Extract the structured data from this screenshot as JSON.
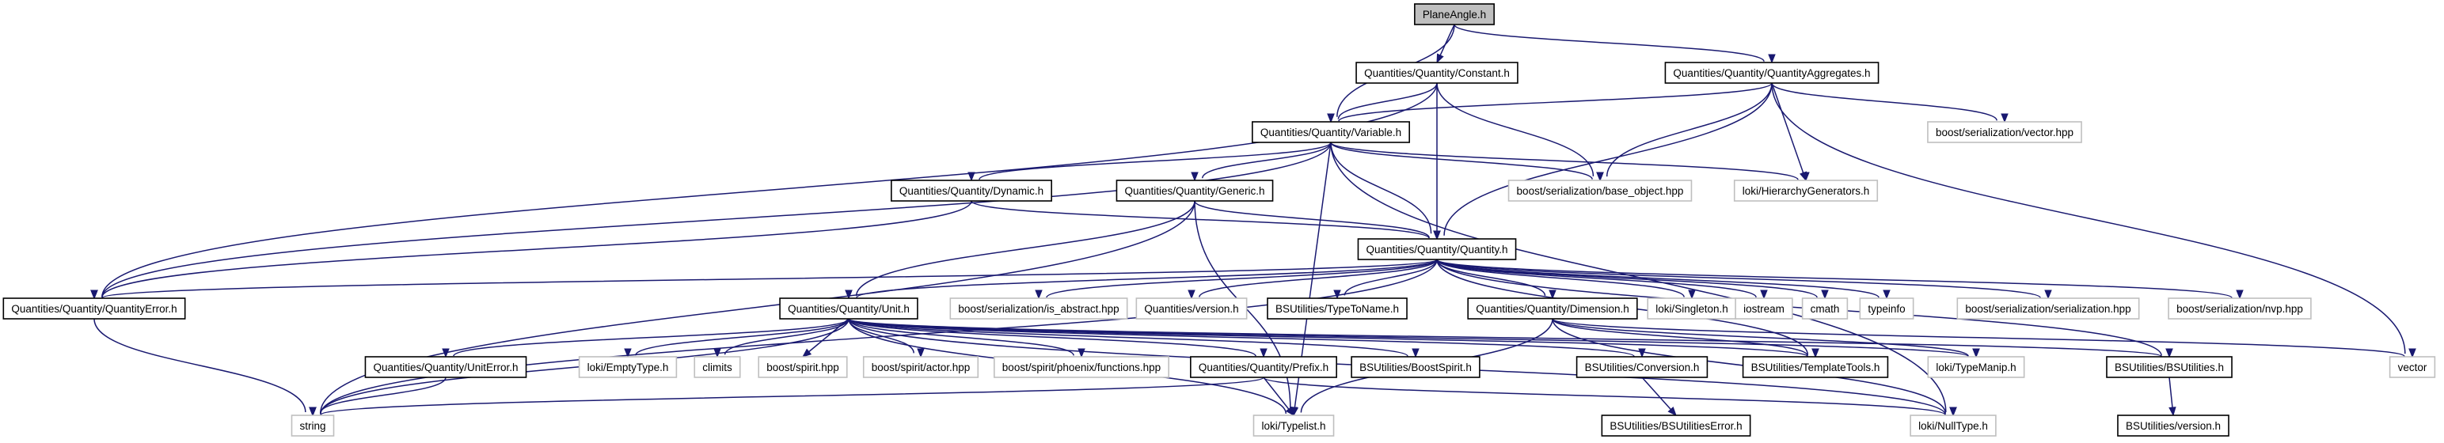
{
  "diagram": {
    "root": "planeangle",
    "colors": {
      "edge": "#191970",
      "node_border": "#000000",
      "external_border": "#bfbfbf",
      "root_fill": "#bfbfbf",
      "node_fill": "#ffffff"
    },
    "nodes": [
      {
        "id": "planeangle",
        "label": "PlaneAngle.h",
        "kind": "root"
      },
      {
        "id": "constant",
        "label": "Quantities/Quantity/Constant.h",
        "kind": "internal"
      },
      {
        "id": "aggregates",
        "label": "Quantities/Quantity/QuantityAggregates.h",
        "kind": "internal"
      },
      {
        "id": "variable",
        "label": "Quantities/Quantity/Variable.h",
        "kind": "internal"
      },
      {
        "id": "serial_vector",
        "label": "boost/serialization/vector.hpp",
        "kind": "external"
      },
      {
        "id": "base_object",
        "label": "boost/serialization/base_object.hpp",
        "kind": "external"
      },
      {
        "id": "hiergen",
        "label": "loki/HierarchyGenerators.h",
        "kind": "external"
      },
      {
        "id": "dynamic",
        "label": "Quantities/Quantity/Dynamic.h",
        "kind": "internal"
      },
      {
        "id": "generic",
        "label": "Quantities/Quantity/Generic.h",
        "kind": "internal"
      },
      {
        "id": "quantity",
        "label": "Quantities/Quantity/Quantity.h",
        "kind": "internal"
      },
      {
        "id": "qerror",
        "label": "Quantities/Quantity/QuantityError.h",
        "kind": "internal"
      },
      {
        "id": "unit",
        "label": "Quantities/Quantity/Unit.h",
        "kind": "internal"
      },
      {
        "id": "is_abstract",
        "label": "boost/serialization/is_abstract.hpp",
        "kind": "external"
      },
      {
        "id": "qversion",
        "label": "Quantities/version.h",
        "kind": "external"
      },
      {
        "id": "typetoname",
        "label": "BSUtilities/TypeToName.h",
        "kind": "internal"
      },
      {
        "id": "dimension",
        "label": "Quantities/Quantity/Dimension.h",
        "kind": "internal"
      },
      {
        "id": "singleton",
        "label": "loki/Singleton.h",
        "kind": "external"
      },
      {
        "id": "iostream",
        "label": "iostream",
        "kind": "external"
      },
      {
        "id": "cmath",
        "label": "cmath",
        "kind": "external"
      },
      {
        "id": "typeinfo",
        "label": "typeinfo",
        "kind": "external"
      },
      {
        "id": "serialization",
        "label": "boost/serialization/serialization.hpp",
        "kind": "external"
      },
      {
        "id": "nvp",
        "label": "boost/serialization/nvp.hpp",
        "kind": "external"
      },
      {
        "id": "vector",
        "label": "vector",
        "kind": "external"
      },
      {
        "id": "uniterror",
        "label": "Quantities/Quantity/UnitError.h",
        "kind": "internal"
      },
      {
        "id": "emptytype",
        "label": "loki/EmptyType.h",
        "kind": "external"
      },
      {
        "id": "climits",
        "label": "climits",
        "kind": "external"
      },
      {
        "id": "spirit",
        "label": "boost/spirit.hpp",
        "kind": "external"
      },
      {
        "id": "actor",
        "label": "boost/spirit/actor.hpp",
        "kind": "external"
      },
      {
        "id": "phoenix",
        "label": "boost/spirit/phoenix/functions.hpp",
        "kind": "external"
      },
      {
        "id": "prefix",
        "label": "Quantities/Quantity/Prefix.h",
        "kind": "internal"
      },
      {
        "id": "bsspirit",
        "label": "BSUtilities/BoostSpirit.h",
        "kind": "internal"
      },
      {
        "id": "conversion",
        "label": "BSUtilities/Conversion.h",
        "kind": "internal"
      },
      {
        "id": "templatetools",
        "label": "BSUtilities/TemplateTools.h",
        "kind": "internal"
      },
      {
        "id": "typemanip",
        "label": "loki/TypeManip.h",
        "kind": "external"
      },
      {
        "id": "bsutilities",
        "label": "BSUtilities/BSUtilities.h",
        "kind": "internal"
      },
      {
        "id": "string",
        "label": "string",
        "kind": "external"
      },
      {
        "id": "typelist",
        "label": "loki/Typelist.h",
        "kind": "external"
      },
      {
        "id": "bsuerror",
        "label": "BSUtilities/BSUtilitiesError.h",
        "kind": "internal"
      },
      {
        "id": "nulltype",
        "label": "loki/NullType.h",
        "kind": "external"
      },
      {
        "id": "bsuversion",
        "label": "BSUtilities/version.h",
        "kind": "internal"
      }
    ],
    "edges": [
      [
        "planeangle",
        "constant"
      ],
      [
        "planeangle",
        "aggregates"
      ],
      [
        "planeangle",
        "variable"
      ],
      [
        "constant",
        "variable"
      ],
      [
        "constant",
        "quantity"
      ],
      [
        "constant",
        "qerror"
      ],
      [
        "constant",
        "base_object"
      ],
      [
        "aggregates",
        "variable"
      ],
      [
        "aggregates",
        "quantity"
      ],
      [
        "aggregates",
        "base_object"
      ],
      [
        "aggregates",
        "hiergen"
      ],
      [
        "aggregates",
        "serial_vector"
      ],
      [
        "aggregates",
        "vector"
      ],
      [
        "variable",
        "dynamic"
      ],
      [
        "variable",
        "generic"
      ],
      [
        "variable",
        "quantity"
      ],
      [
        "variable",
        "qerror"
      ],
      [
        "variable",
        "base_object"
      ],
      [
        "variable",
        "hiergen"
      ],
      [
        "variable",
        "typelist"
      ],
      [
        "variable",
        "nulltype"
      ],
      [
        "dynamic",
        "quantity"
      ],
      [
        "dynamic",
        "qerror"
      ],
      [
        "generic",
        "quantity"
      ],
      [
        "generic",
        "unit"
      ],
      [
        "generic",
        "string"
      ],
      [
        "generic",
        "typelist"
      ],
      [
        "quantity",
        "qerror"
      ],
      [
        "quantity",
        "unit"
      ],
      [
        "quantity",
        "is_abstract"
      ],
      [
        "quantity",
        "qversion"
      ],
      [
        "quantity",
        "typetoname"
      ],
      [
        "quantity",
        "dimension"
      ],
      [
        "quantity",
        "singleton"
      ],
      [
        "quantity",
        "iostream"
      ],
      [
        "quantity",
        "cmath"
      ],
      [
        "quantity",
        "typeinfo"
      ],
      [
        "quantity",
        "serialization"
      ],
      [
        "quantity",
        "nvp"
      ],
      [
        "quantity",
        "bsutilities"
      ],
      [
        "quantity",
        "string"
      ],
      [
        "quantity",
        "templatetools"
      ],
      [
        "qerror",
        "string"
      ],
      [
        "unit",
        "uniterror"
      ],
      [
        "unit",
        "emptytype"
      ],
      [
        "unit",
        "climits"
      ],
      [
        "unit",
        "spirit"
      ],
      [
        "unit",
        "actor"
      ],
      [
        "unit",
        "phoenix"
      ],
      [
        "unit",
        "prefix"
      ],
      [
        "unit",
        "bsspirit"
      ],
      [
        "unit",
        "conversion"
      ],
      [
        "unit",
        "templatetools"
      ],
      [
        "unit",
        "typemanip"
      ],
      [
        "unit",
        "bsutilities"
      ],
      [
        "unit",
        "string"
      ],
      [
        "unit",
        "typelist"
      ],
      [
        "unit",
        "nulltype"
      ],
      [
        "uniterror",
        "string"
      ],
      [
        "prefix",
        "string"
      ],
      [
        "prefix",
        "typelist"
      ],
      [
        "prefix",
        "nulltype"
      ],
      [
        "dimension",
        "templatetools"
      ],
      [
        "dimension",
        "typemanip"
      ],
      [
        "dimension",
        "vector"
      ],
      [
        "dimension",
        "typelist"
      ],
      [
        "dimension",
        "nulltype"
      ],
      [
        "conversion",
        "bsuerror"
      ],
      [
        "bsutilities",
        "bsuversion"
      ]
    ]
  }
}
